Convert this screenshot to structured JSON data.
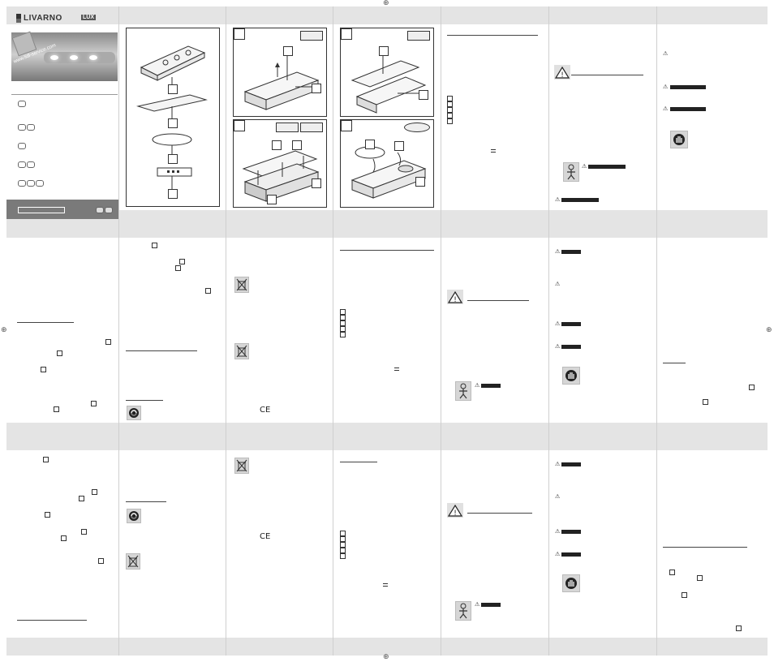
{
  "brand": {
    "name": "LIVARNO",
    "sub": "LUX",
    "url": "www.lidl-service.com"
  },
  "colors": {
    "band": "#e4e4e4",
    "dark": "#333333",
    "rule": "#444444"
  },
  "marks": {
    "ce": "CE",
    "bin_icon": "crossed-bin-icon",
    "recycle_icon": "recycle-icon",
    "hand_icon": "hand-icon",
    "warning_icon": "warning-triangle-icon"
  }
}
